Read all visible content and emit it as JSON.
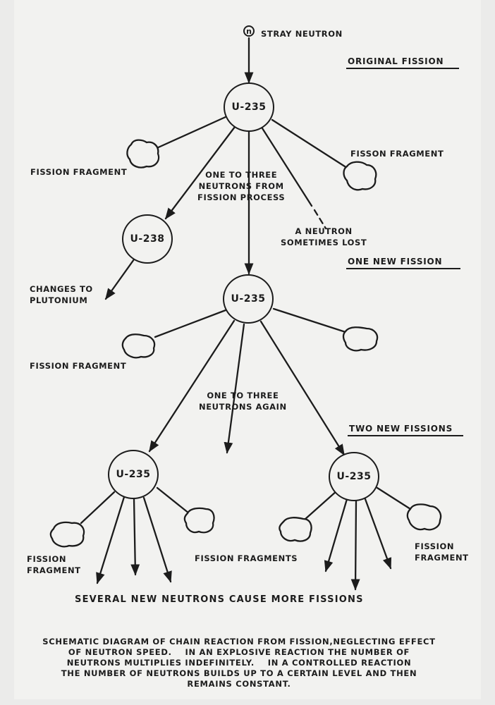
{
  "neutron_symbol": "n",
  "labels": {
    "stray_neutron": "STRAY NEUTRON",
    "original_fission": "ORIGINAL FISSION",
    "one_new_fission": "ONE NEW FISSION",
    "two_new_fissions": "TWO NEW FISSIONS",
    "fission_fragment_right": "FISSON FRAGMENT",
    "fission_fragment_left": "FISSION FRAGMENT",
    "neutrons_from_process": "ONE TO THREE\nNEUTRONS FROM\nFISSION PROCESS",
    "neutron_lost": "A NEUTRON\nSOMETIMES LOST",
    "changes_to_plutonium": "CHANGES TO\nPLUTONIUM",
    "fission_fragment_mid": "FISSION FRAGMENT",
    "neutrons_again": "ONE TO THREE\nNEUTRONS AGAIN",
    "fission_fragment_bl": "FISSION\nFRAGMENT",
    "fission_fragments_center": "FISSION FRAGMENTS",
    "fission_fragment_br": "FISSION\nFRAGMENT",
    "several_new_neutrons": "SEVERAL NEW NEUTRONS CAUSE MORE FISSIONS"
  },
  "nodes": {
    "top_u235": "U-235",
    "u238": "U-238",
    "middle_u235": "U-235",
    "bottom_left_u235": "U-235",
    "bottom_right_u235": "U-235"
  },
  "caption": "SCHEMATIC DIAGRAM OF CHAIN REACTION FROM FISSION,NEGLECTING EFFECT\nOF NEUTRON SPEED.    IN AN EXPLOSIVE REACTION THE NUMBER OF\nNEUTRONS MULTIPLIES INDEFINITELY.    IN A CONTROLLED REACTION\nTHE NUMBER OF NEUTRONS BUILDS UP TO A CERTAIN LEVEL AND THEN\nREMAINS CONSTANT.",
  "colors": {
    "ink": "#1c1c1c",
    "paper": "#f2f2f0"
  }
}
